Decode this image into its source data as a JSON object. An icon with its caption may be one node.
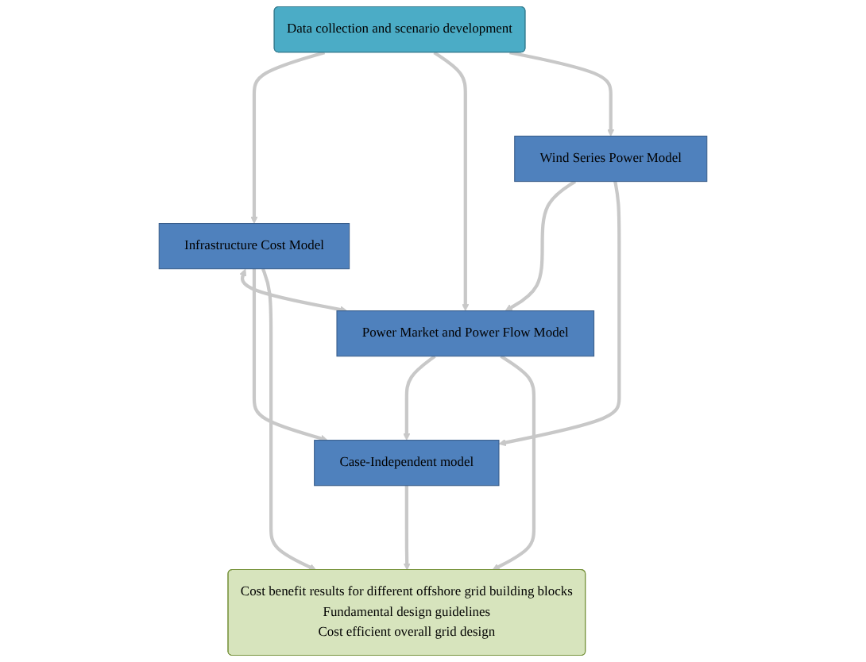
{
  "diagram": {
    "nodes": [
      {
        "text": [
          "Data collection and scenario development"
        ]
      },
      {
        "text": [
          "Wind Series Power Model"
        ]
      },
      {
        "text": [
          "Infrastructure Cost Model"
        ]
      },
      {
        "text": [
          "Power Market and Power Flow Model"
        ]
      },
      {
        "text": [
          "Case-Independent model"
        ]
      },
      {
        "text": [
          "Cost benefit results for different offshore grid building blocks",
          "Fundamental design guidelines",
          "Cost efficient overall grid design"
        ]
      }
    ],
    "edges": [
      {
        "from": 0,
        "to": 2,
        "arrow": "to"
      },
      {
        "from": 0,
        "to": 3,
        "arrow": "to"
      },
      {
        "from": 0,
        "to": 1,
        "arrow": "to"
      },
      {
        "from": 1,
        "to": 3,
        "arrow": "to"
      },
      {
        "from": 2,
        "to": 3,
        "arrow": "both"
      },
      {
        "from": 1,
        "to": 4,
        "arrow": "to"
      },
      {
        "from": 2,
        "to": 4,
        "arrow": "to"
      },
      {
        "from": 2,
        "to": 5,
        "arrow": "to"
      },
      {
        "from": 3,
        "to": 4,
        "arrow": "to"
      },
      {
        "from": 3,
        "to": 5,
        "arrow": "to"
      },
      {
        "from": 4,
        "to": 5,
        "arrow": "to"
      }
    ]
  }
}
